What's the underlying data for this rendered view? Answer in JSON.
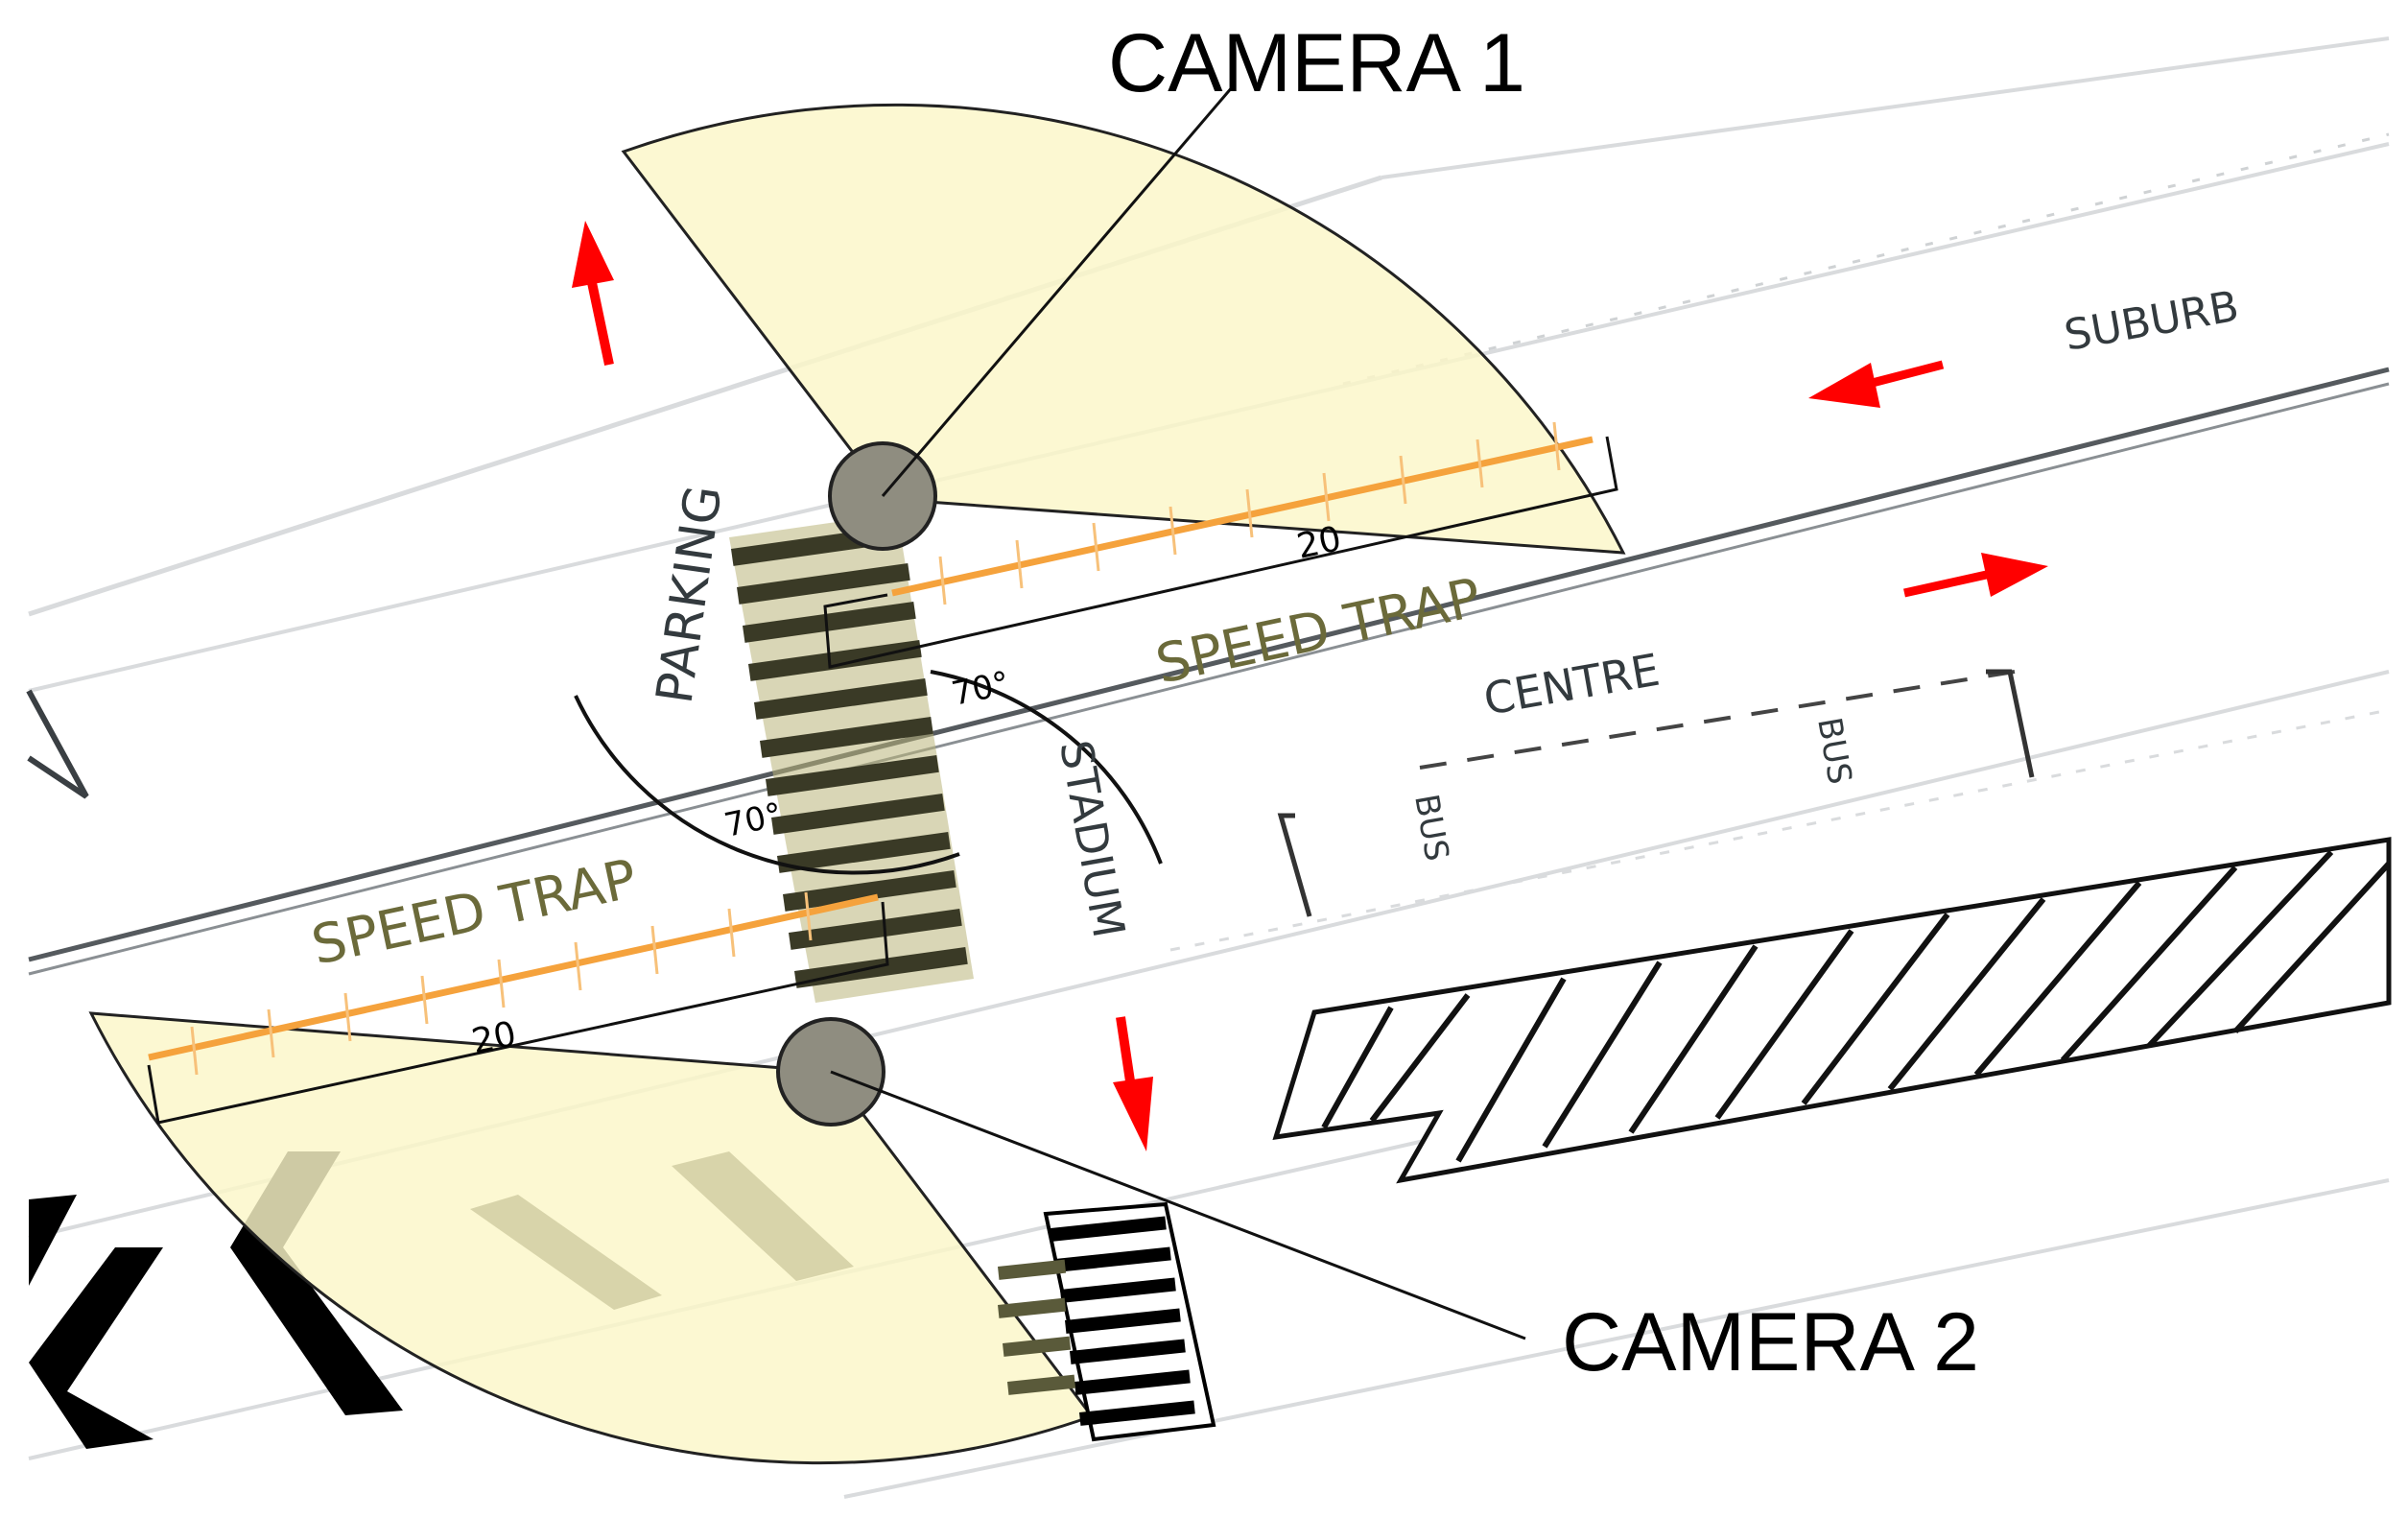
{
  "labels": {
    "camera_1": "CAMERA 1",
    "camera_2": "CAMERA 2",
    "speed_trap_upper": "SPEED TRAP",
    "speed_trap_lower": "SPEED TRAP",
    "distance_upper": "20",
    "distance_lower": "20",
    "angle_upper": "70°",
    "angle_lower": "70°",
    "parking": "PARKING",
    "stadium": "STADIUM",
    "suburb": "SUBURB",
    "centre": "CENTRE",
    "bus_left": "BUS",
    "bus_right": "BUS"
  },
  "colors": {
    "field_of_view": "#fbf6c8",
    "camera_body": "#8f8d80",
    "speed_trap_line": "#f5a23c",
    "direction_arrow": "#ff0000",
    "road_markings": "#000000",
    "road_edge": "#d9dbdd"
  }
}
